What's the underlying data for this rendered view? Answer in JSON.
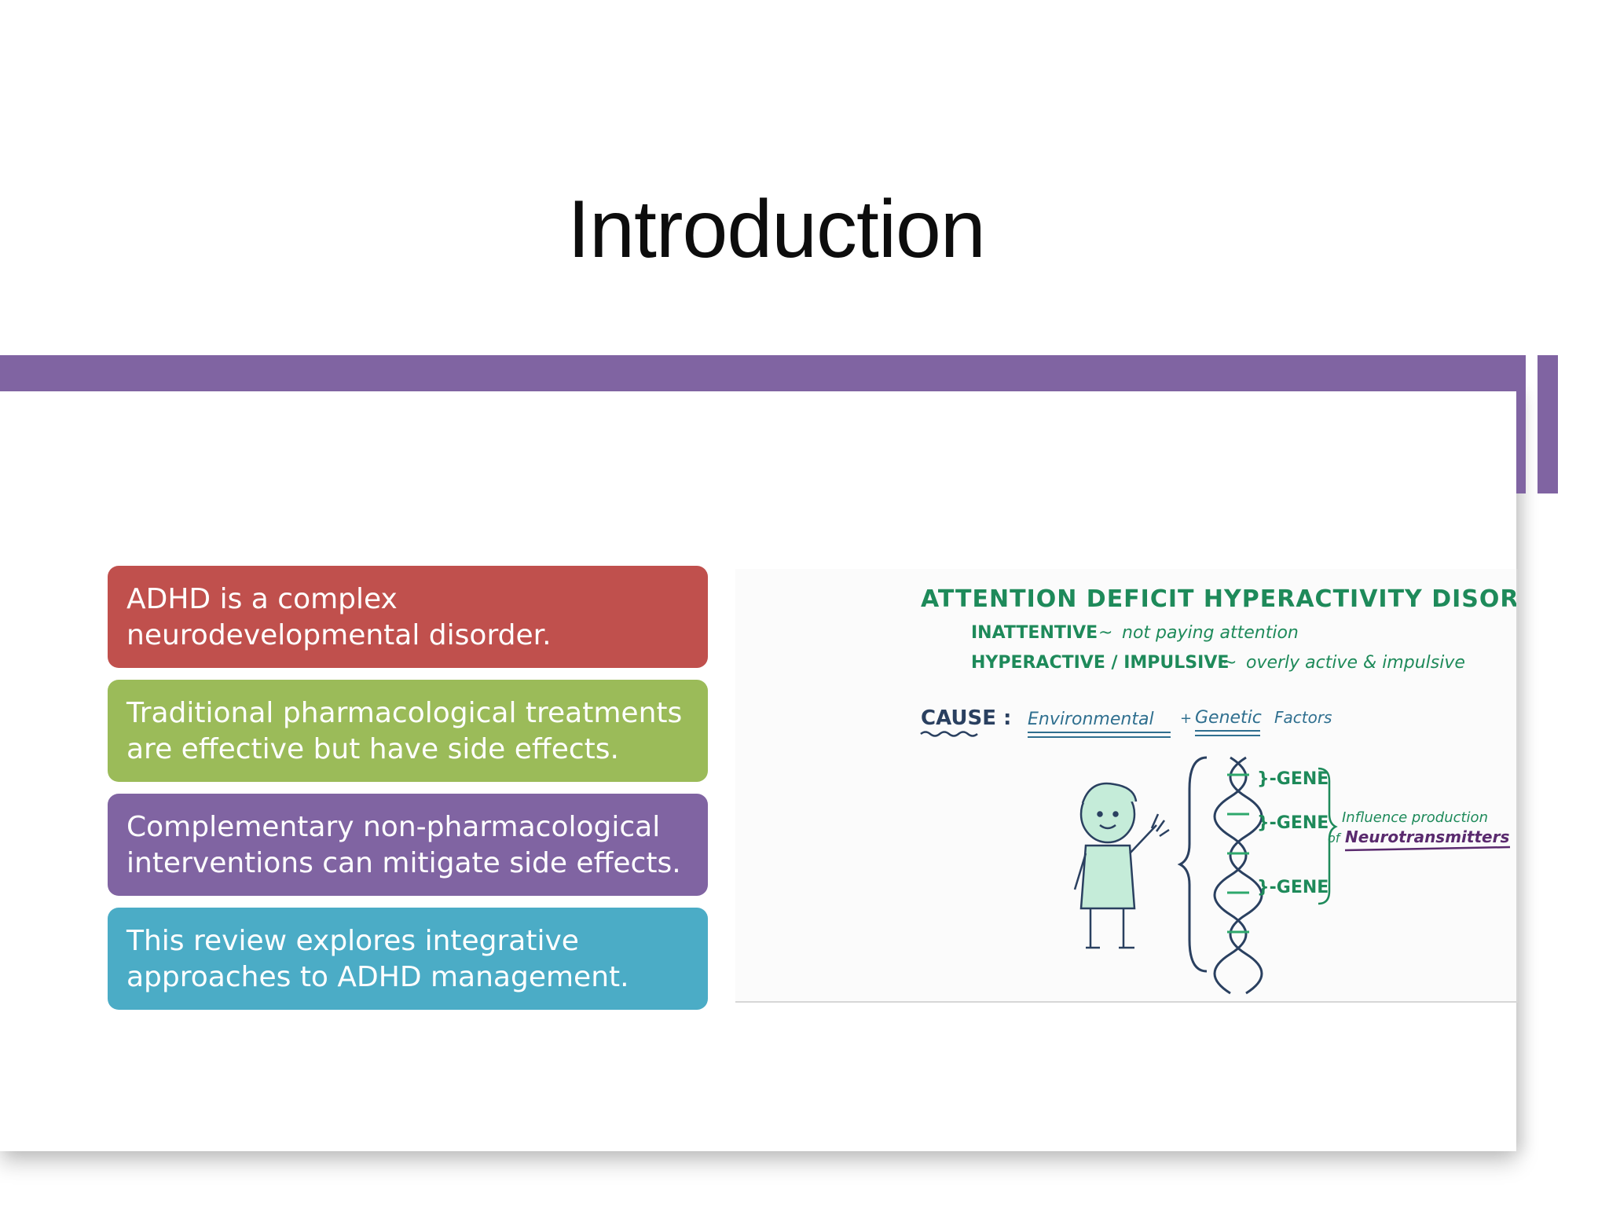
{
  "slide": {
    "title": "Introduction"
  },
  "colors": {
    "accent_band": "#8064a2",
    "card_red": "#c0504d",
    "card_green": "#9bbb59",
    "card_purple": "#8064a2",
    "card_blue": "#4bacc6",
    "sketch_green": "#1e8a5a",
    "sketch_navy": "#2a4060",
    "sketch_purple": "#5a2a6e",
    "sketch_teal": "#2f6f8f"
  },
  "cards": [
    {
      "text": "ADHD is a complex neurodevelopmental disorder."
    },
    {
      "text": "Traditional pharmacological treatments are effective but have side effects."
    },
    {
      "text": "Complementary non-pharmacological interventions can mitigate side effects."
    },
    {
      "text": "This review explores integrative approaches to ADHD management."
    }
  ],
  "illustration": {
    "heading": "ATTENTION DEFICIT HYPERACTIVITY DISORDER",
    "line1_label": "INATTENTIVE",
    "line1_sep": "~",
    "line1_desc": "not paying attention",
    "line2_label": "HYPERACTIVE / IMPULSIVE",
    "line2_sep": "~",
    "line2_desc": "overly active & impulsive",
    "cause_label": "CAUSE :",
    "cause_env": "Environmental",
    "cause_plus": "+",
    "cause_gen": "Genetic",
    "cause_factors": "Factors",
    "gene_labels": [
      "}-GENE",
      "}-GENE",
      "}-GENE"
    ],
    "influence_line1": "Influence production",
    "influence_of": "of",
    "influence_target": "Neurotransmitters"
  }
}
